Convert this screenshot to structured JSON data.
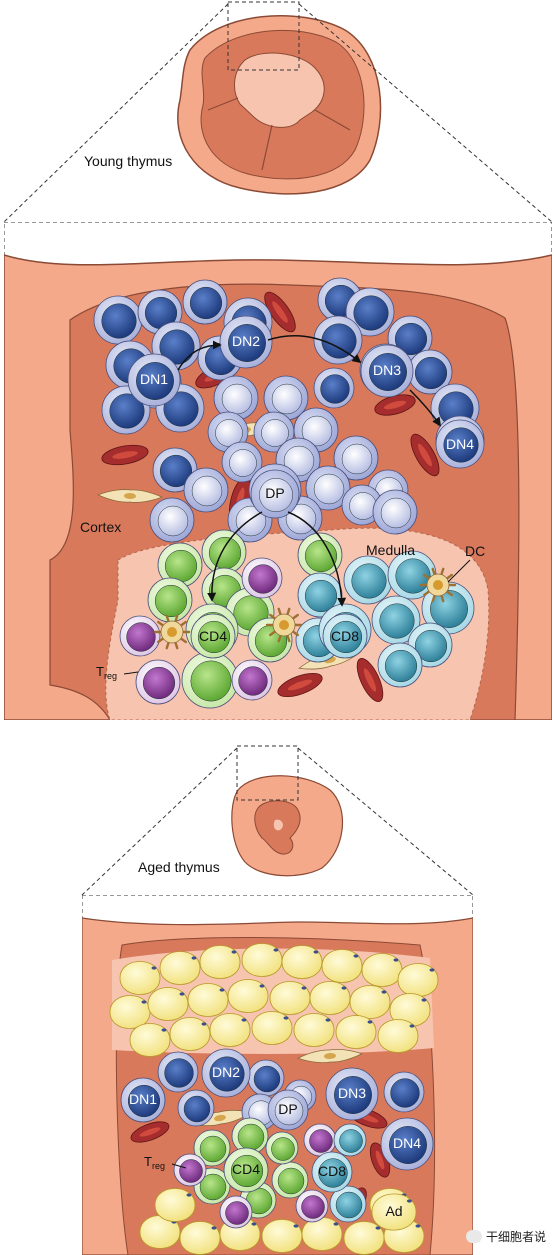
{
  "young": {
    "title": "Young thymus",
    "labels": {
      "dn1": "DN1",
      "dn2": "DN2",
      "dn3": "DN3",
      "dn4": "DN4",
      "dp": "DP",
      "cd4": "CD4",
      "cd8": "CD8",
      "cortex": "Cortex",
      "medulla": "Medulla",
      "dc": "DC",
      "treg_t": "T",
      "treg_sub": "reg"
    }
  },
  "aged": {
    "title": "Aged thymus",
    "labels": {
      "dn1": "DN1",
      "dn2": "DN2",
      "dn3": "DN3",
      "dn4": "DN4",
      "dp": "DP",
      "cd4": "CD4",
      "cd8": "CD8",
      "ad": "Ad",
      "treg_t": "T",
      "treg_sub": "reg"
    }
  },
  "watermark": "干细胞者说",
  "colors": {
    "capsule": "#f4a98a",
    "cortex": "#d9795c",
    "medulla": "#f7c4b0",
    "dn_cell": "#24468f",
    "dp_cell": "#c9cfec",
    "cd4_cell": "#86c553",
    "cd8_cell": "#5aa7bd",
    "treg_cell": "#8a3a96",
    "rbc": "#a93030",
    "adipocyte": "#f9ef9c"
  }
}
